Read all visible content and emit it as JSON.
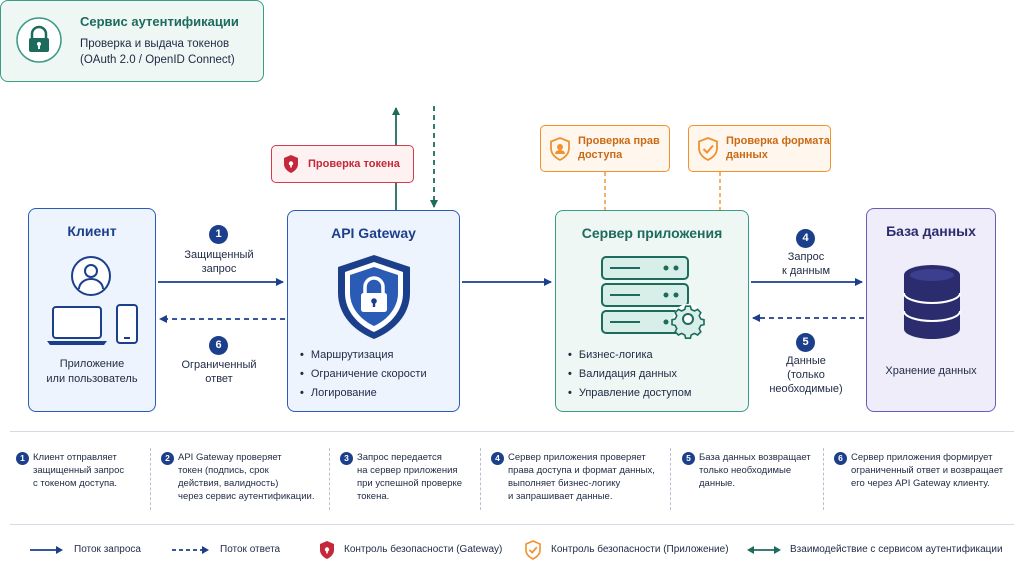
{
  "auth": {
    "title": "Сервис аутентификации",
    "line1": "Проверка и выдача токенов",
    "line2": "(OAuth 2.0 / OpenID Connect)"
  },
  "tags": {
    "token_check": "Проверка токена",
    "access_check_1": "Проверка прав",
    "access_check_2": "доступа",
    "format_check_1": "Проверка формата",
    "format_check_2": "данных"
  },
  "client": {
    "title": "Клиент",
    "caption_1": "Приложение",
    "caption_2": "или пользователь"
  },
  "gateway": {
    "title": "API Gateway",
    "bullets": [
      "Маршрутизация",
      "Ограничение скорости",
      "Логирование"
    ]
  },
  "server": {
    "title": "Сервер приложения",
    "bullets": [
      "Бизнес-логика",
      "Валидация данных",
      "Управление доступом"
    ]
  },
  "db": {
    "title": "База данных",
    "caption": "Хранение данных"
  },
  "flows": {
    "f1_num": "1",
    "f1_l1": "Защищенный",
    "f1_l2": "запрос",
    "f6_num": "6",
    "f6_l1": "Ограниченный",
    "f6_l2": "ответ",
    "f4_num": "4",
    "f4_l1": "Запрос",
    "f4_l2": "к данным",
    "f5_num": "5",
    "f5_l1": "Данные",
    "f5_l2": "(только",
    "f5_l3": "необходимые)"
  },
  "notes": [
    {
      "num": "1",
      "lines": [
        "Клиент отправляет",
        "защищенный запрос",
        "с токеном доступа."
      ]
    },
    {
      "num": "2",
      "lines": [
        "API Gateway проверяет",
        "токен (подпись, срок",
        "действия, валидность)",
        "через сервис аутентификации."
      ]
    },
    {
      "num": "3",
      "lines": [
        "Запрос передается",
        "на сервер приложения",
        "при успешной проверке",
        "токена."
      ]
    },
    {
      "num": "4",
      "lines": [
        "Сервер приложения проверяет",
        "права доступа и формат данных,",
        "выполняет бизнес-логику",
        "и запрашивает данные."
      ]
    },
    {
      "num": "5",
      "lines": [
        "База данных возвращает",
        "только необходимые",
        "данные."
      ]
    },
    {
      "num": "6",
      "lines": [
        "Сервер приложения формирует",
        "ограниченный ответ и возвращает",
        "его через API Gateway клиенту."
      ]
    }
  ],
  "legend": {
    "request_flow": "Поток запроса",
    "response_flow": "Поток ответа",
    "sec_gateway": "Контроль безопасности (Gateway)",
    "sec_app": "Контроль безопасности (Приложение)",
    "auth_interaction": "Взаимодействие с сервисом аутентификации"
  },
  "colors": {
    "blue": "#1c3f8c",
    "green": "#3c9a86",
    "red": "#d33a4a",
    "orange": "#f0922e",
    "purple": "#6c5bb4"
  }
}
